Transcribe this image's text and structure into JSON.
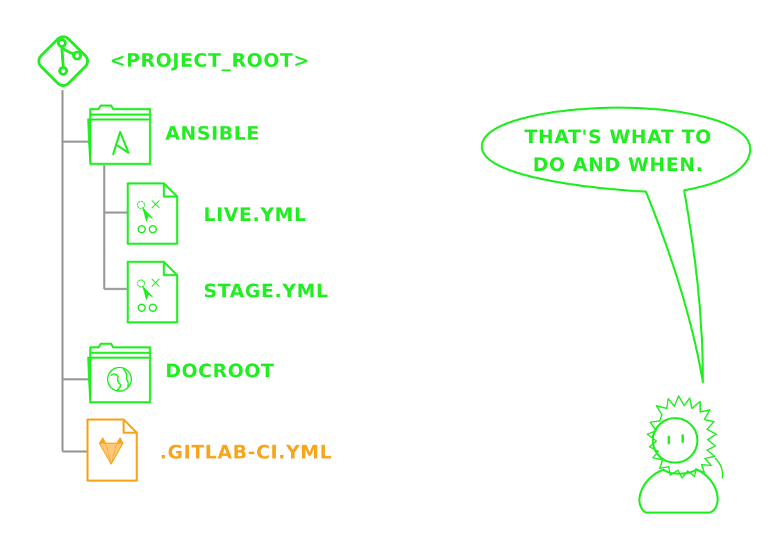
{
  "tree": {
    "root": {
      "label": "<PROJECT_ROOT>",
      "icon": "git-icon"
    },
    "items": [
      {
        "label": "ANSIBLE",
        "icon": "ansible-folder-icon",
        "kind": "folder",
        "depth": 1
      },
      {
        "label": "LIVE.YML",
        "icon": "playbook-file-icon",
        "kind": "file",
        "depth": 2
      },
      {
        "label": "STAGE.YML",
        "icon": "playbook-file-icon",
        "kind": "file",
        "depth": 2
      },
      {
        "label": "DOCROOT",
        "icon": "globe-folder-icon",
        "kind": "folder",
        "depth": 1
      },
      {
        "label": ".GITLAB-CI.YML",
        "icon": "gitlab-file-icon",
        "kind": "file",
        "depth": 1
      }
    ]
  },
  "speech": {
    "line1": "THAT'S WHAT TO",
    "line2": "DO AND WHEN."
  },
  "colors": {
    "green": "#22ee22",
    "orange": "#f7a51d",
    "line": "#999999"
  }
}
